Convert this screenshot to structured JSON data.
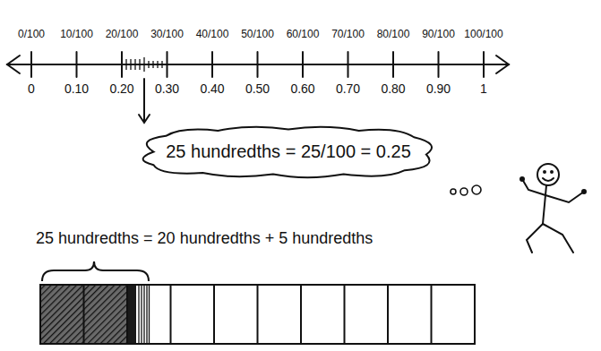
{
  "diagram": {
    "nodes": [
      {
        "text": [
          "25 hundredths = 25/100 = 0.25"
        ]
      }
    ],
    "labels": [
      "0/100",
      "10/100",
      "20/100",
      "30/100",
      "40/100",
      "50/100",
      "60/100",
      "70/100",
      "80/100",
      "90/100",
      "100/100",
      "0",
      "0.10",
      "0.20",
      "0.30",
      "0.40",
      "0.50",
      "0.60",
      "0.70",
      "0.80",
      "0.90",
      "1",
      "25 hundredths = 20 hundredths + 5 hundredths"
    ]
  }
}
